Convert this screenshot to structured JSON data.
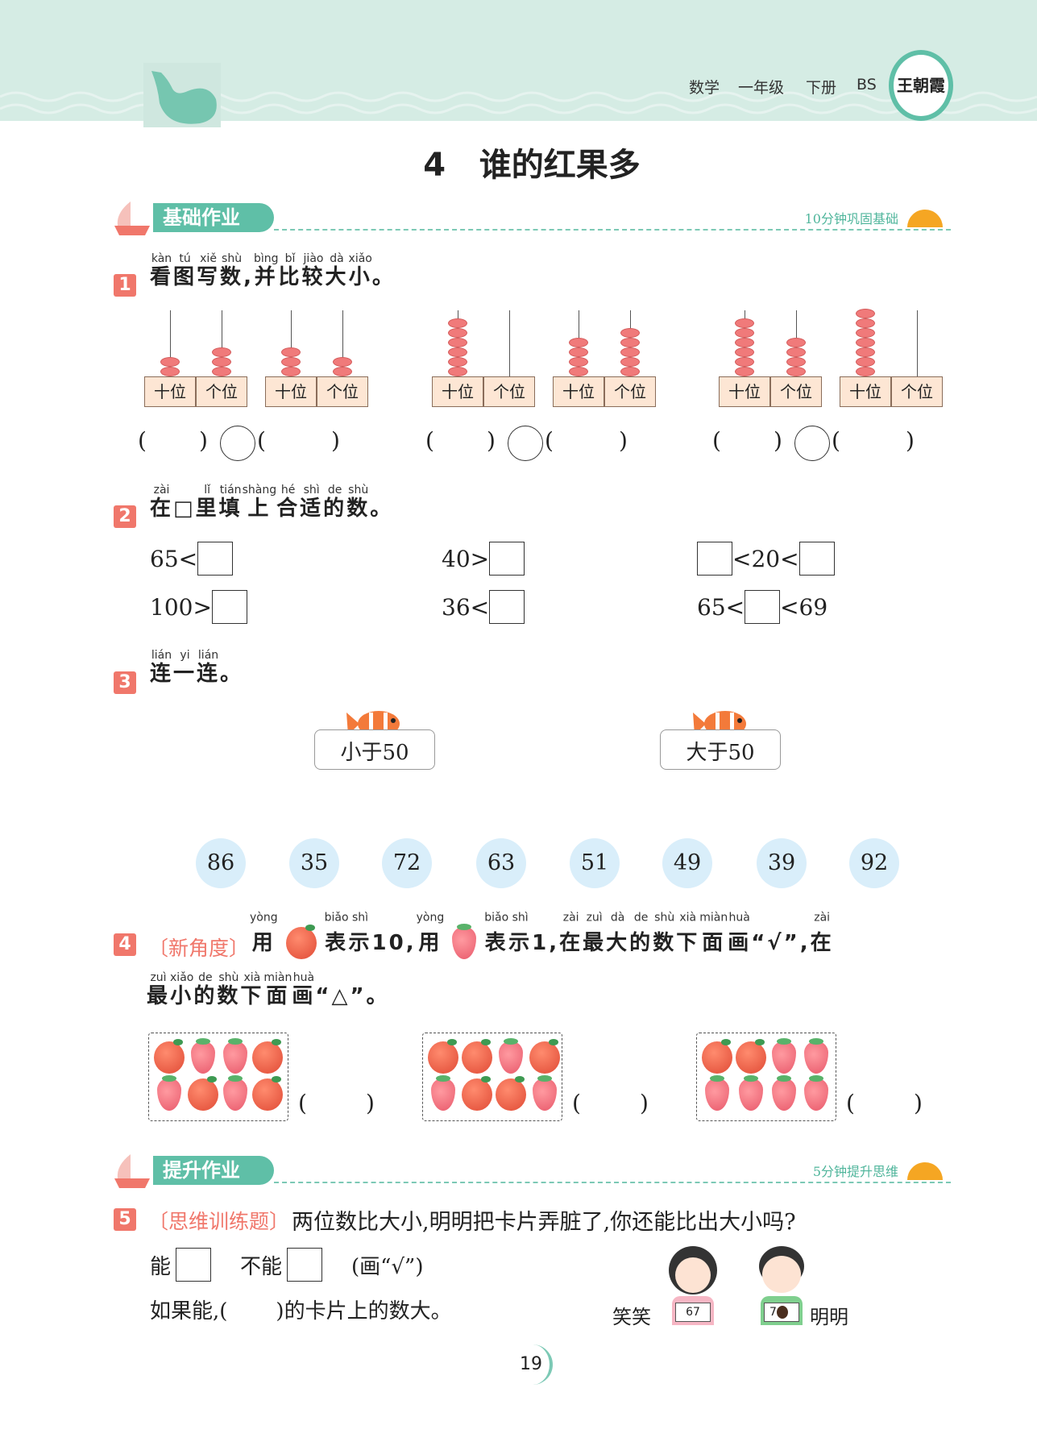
{
  "header": {
    "subject": "数学",
    "grade": "一年级",
    "volume": "下册",
    "edition": "BS",
    "brand": "王朝霞"
  },
  "title": "4   谁的红果多",
  "section1": {
    "label": "基础作业",
    "hint": "10分钟巩固基础"
  },
  "section2": {
    "label": "提升作业",
    "hint": "5分钟提升思维"
  },
  "q1": {
    "num": "1",
    "text": [
      [
        "看",
        "kàn"
      ],
      [
        "图",
        "tú"
      ],
      [
        "写",
        "xiě"
      ],
      [
        "数",
        "shù"
      ],
      [
        ",",
        ""
      ],
      [
        "并",
        "bìng"
      ],
      [
        "比",
        "bǐ"
      ],
      [
        "较",
        "jiào"
      ],
      [
        "大",
        "dà"
      ],
      [
        "小",
        "xiǎo"
      ],
      [
        "。",
        ""
      ]
    ],
    "tens_label": "十位",
    "ones_label": "个位",
    "paren_open": "(",
    "paren_close": ")",
    "pairs": [
      [
        {
          "tens": 2,
          "ones": 3
        },
        {
          "tens": 3,
          "ones": 2
        }
      ],
      [
        {
          "tens": 6,
          "ones": 0
        },
        {
          "tens": 4,
          "ones": 5
        }
      ],
      [
        {
          "tens": 6,
          "ones": 4
        },
        {
          "tens": 7,
          "ones": 0
        }
      ]
    ]
  },
  "q2": {
    "num": "2",
    "text": [
      [
        "在",
        "zài"
      ],
      [
        "□",
        ""
      ],
      [
        "里",
        "lǐ"
      ],
      [
        "填",
        "tián"
      ],
      [
        "上",
        "shàng"
      ],
      [
        "合",
        "hé"
      ],
      [
        "适",
        "shì"
      ],
      [
        "的",
        "de"
      ],
      [
        "数",
        "shù"
      ],
      [
        "。",
        ""
      ]
    ],
    "items": [
      {
        "pre": "65<",
        "post": ""
      },
      {
        "pre": "40>",
        "post": ""
      },
      {
        "pre": "",
        "post": "<20<",
        "box2": true
      },
      {
        "pre": "100>",
        "post": ""
      },
      {
        "pre": "36<",
        "post": ""
      },
      {
        "pre": "65<",
        "post": "<69"
      }
    ]
  },
  "q3": {
    "num": "3",
    "text": [
      [
        "连",
        "lián"
      ],
      [
        "一",
        "yi"
      ],
      [
        "连",
        "lián"
      ],
      [
        "。",
        ""
      ]
    ],
    "card_left": "小于50",
    "card_right": "大于50",
    "numbers": [
      "86",
      "35",
      "72",
      "63",
      "51",
      "49",
      "39",
      "92"
    ]
  },
  "q4": {
    "num": "4",
    "tag": "〔新角度〕",
    "line1": [
      [
        "用",
        "yòng"
      ],
      [
        "🍎",
        ""
      ],
      [
        "表",
        "biǎo"
      ],
      [
        "示",
        "shì"
      ],
      [
        "10,",
        ""
      ],
      [
        "用",
        "yòng"
      ],
      [
        "🍓",
        ""
      ],
      [
        "表",
        "biǎo"
      ],
      [
        "示",
        "shì"
      ],
      [
        "1,",
        ""
      ],
      [
        "在",
        "zài"
      ],
      [
        "最",
        "zuì"
      ],
      [
        "大",
        "dà"
      ],
      [
        "的",
        "de"
      ],
      [
        "数",
        "shù"
      ],
      [
        "下",
        "xià"
      ],
      [
        "面",
        "miàn"
      ],
      [
        "画",
        "huà"
      ],
      [
        "“√”,",
        ""
      ],
      [
        "在",
        "zài"
      ]
    ],
    "line2": [
      [
        "最",
        "zuì"
      ],
      [
        "小",
        "xiǎo"
      ],
      [
        "的",
        "de"
      ],
      [
        "数",
        "shù"
      ],
      [
        "下",
        "xià"
      ],
      [
        "面",
        "miàn"
      ],
      [
        "画",
        "huà"
      ],
      [
        "“△”。",
        ""
      ]
    ],
    "boxes": [
      [
        "a",
        "s",
        "s",
        "a",
        "s",
        "a",
        "s",
        "a"
      ],
      [
        "a",
        "a",
        "s",
        "a",
        "s",
        "a",
        "a",
        "s"
      ],
      [
        "a",
        "a",
        "s",
        "s",
        "s",
        "s",
        "s",
        "s"
      ]
    ]
  },
  "q5": {
    "num": "5",
    "tag": "〔思维训练题〕",
    "text": "两位数比大小,明明把卡片弄脏了,你还能比出大小吗?",
    "can": "能",
    "cannot": "不能",
    "instr": "(画“√”)",
    "ifcan_a": "如果能,(",
    "ifcan_b": ")的卡片上的数大。",
    "girl": "笑笑",
    "girl_card": "67",
    "boy": "明明",
    "boy_card": "7"
  },
  "page_number": "19",
  "colors": {
    "accent": "#5fbfa7",
    "red": "#f0776b",
    "header_bg": "#d5ece4"
  }
}
